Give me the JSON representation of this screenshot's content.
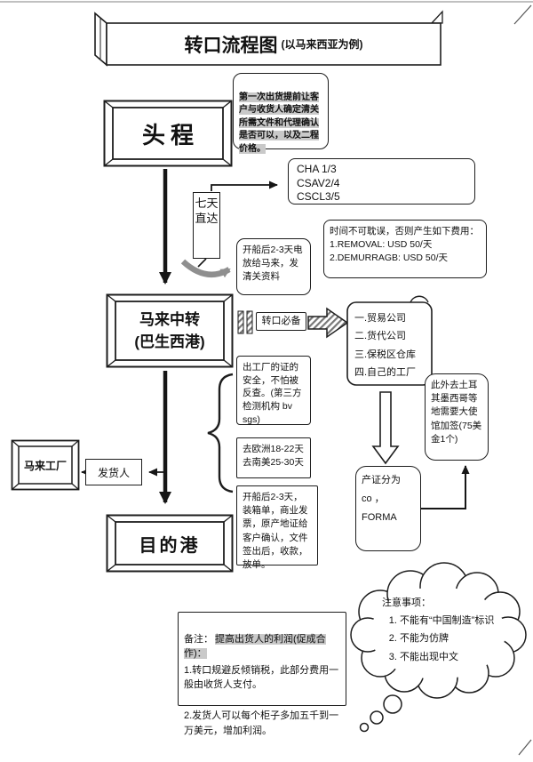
{
  "page": {
    "title_main": "转口流程图",
    "title_sub": "(以马来西亚为例)"
  },
  "nodes": {
    "first_leg": "头程",
    "transit_line1": "马来中转",
    "transit_line2": "(巴生西港)",
    "destination": "目的港",
    "malay_factory": "马来工厂",
    "shipper": "发货人"
  },
  "labels": {
    "seven_day": "七天直达",
    "transit_required": "转口必备"
  },
  "notes": {
    "first_shipment": "第一次出货提前让客户与收货人确定清关所需文件和代理确认是否可以，以及二程价格。",
    "shipping_lines": "CHA 1/3\nCSAV2/4\nCSCL3/5",
    "delay_fees": "时间不可耽误，否则产生如下费用：\n1.REMOVAL:      USD 50/天\n2.DEMURRAGB:    USD 50/天",
    "telex": "开船后2-3天电放给马来，发清关资料",
    "transit_options": "一.贸易公司\n二.货代公司\n三.保税区仓库\n四.自己的工厂",
    "factory_cert": "出工厂的证的安全，不怕被反查。(第三方检测机构 bv sgs)",
    "transit_days": "去欧洲18-22天\n去南美25-30天",
    "after_sail": "开船后2-3天，装箱单，商业发票，原产地证给客户确认，文件签出后，收款，放单。",
    "cert_types": "产证分为\nco    ，\nFORMA",
    "embassy": "此外去土耳其墨西哥等地需要大使馆加签(75美金1个)"
  },
  "remarks": {
    "label": "备注：",
    "highlight": "提高出货人的利润(促成合作)：",
    "item1": "1.转口规避反倾销税，此部分费用一般由收货人支付。",
    "item2": "2.发货人可以每个柜子多加五千到一万美元，增加利润。"
  },
  "attention": {
    "title": "注意事项：",
    "items": [
      "不能有“中国制造”标识",
      "不能为仿牌",
      "不能出现中文"
    ]
  }
}
